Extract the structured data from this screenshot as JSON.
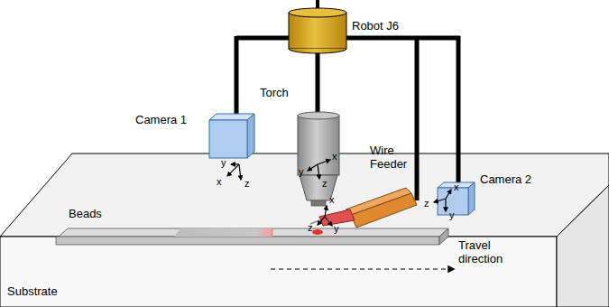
{
  "diagram": {
    "labels": [
      "Robot J6",
      "Torch",
      "Camera 1",
      "y",
      "x",
      "z",
      "y",
      "x",
      "z",
      "Wire Feeder",
      "Camera 2",
      "x",
      "z",
      "y",
      "x",
      "z",
      "y",
      "Beads",
      "Travel direction",
      "Substrate"
    ]
  }
}
